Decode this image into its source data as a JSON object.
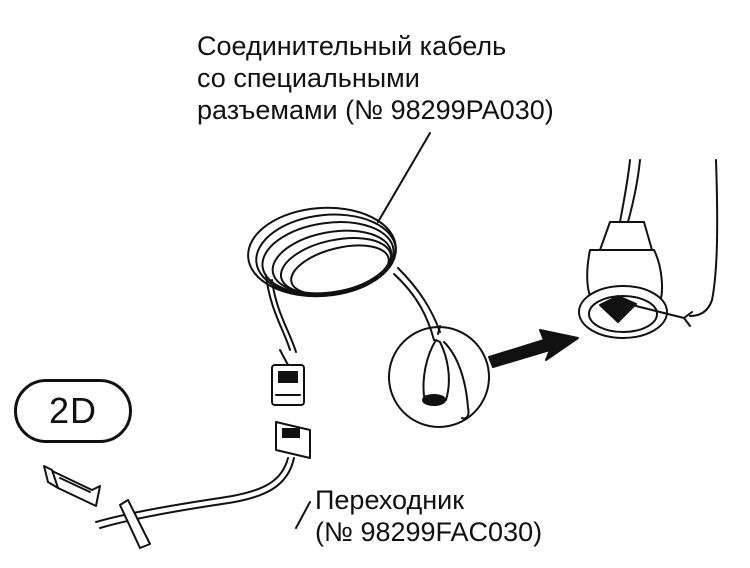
{
  "labels": {
    "cable": {
      "line1": "Соединительный кабель",
      "line2": "со специальными",
      "line3": "разъемами (№ 98299PA030)"
    },
    "adapter": {
      "line1": "Переходник",
      "line2": "(№ 98299FAC030)"
    },
    "badge": "2D"
  },
  "colors": {
    "ink": "#111111",
    "background": "#ffffff"
  }
}
